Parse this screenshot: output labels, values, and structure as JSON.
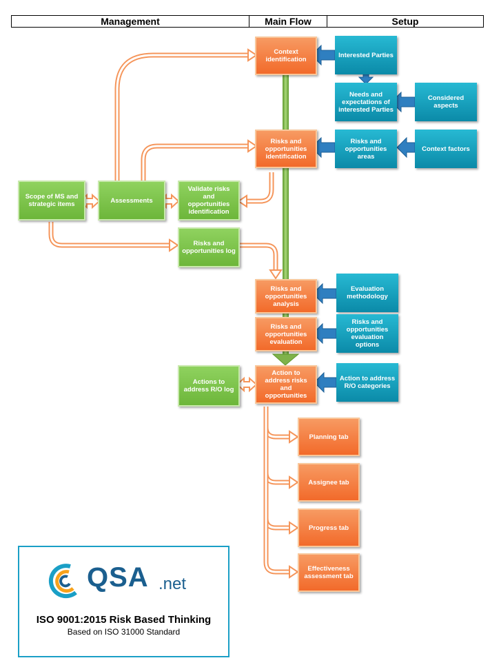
{
  "headers": {
    "management": "Management",
    "main_flow": "Main Flow",
    "setup": "Setup"
  },
  "main_flow": {
    "context_identification": "Context identification",
    "risks_opp_identification": "Risks and opportunities identification",
    "risks_opp_analysis": "Risks and opportunities analysis",
    "risks_opp_evaluation": "Risks and opportunities evaluation",
    "action_to_address": "Action to address risks and opportunities",
    "planning_tab": "Planning tab",
    "assignee_tab": "Assignee tab",
    "progress_tab": "Progress tab",
    "effectiveness_tab": "Effectiveness assessment tab"
  },
  "setup": {
    "interested_parties": "Interested Parties",
    "needs_expectations": "Needs and expectations of interested Parties",
    "considered_aspects": "Considered aspects",
    "risks_opp_areas": "Risks and opportunities areas",
    "context_factors": "Context factors",
    "evaluation_methodology": "Evaluation methodology",
    "evaluation_options": "Risks and opportunities evaluation options",
    "action_categories": "Action to address R/O categories"
  },
  "management": {
    "scope": "Scope of MS and strategic items",
    "assessments": "Assessments",
    "validate": "Validate risks and opportunities identification",
    "risks_log": "Risks and opportunities log",
    "actions_log": "Actions to address R/O log"
  },
  "logo": {
    "brand": "QSA",
    "suffix": ".net",
    "title": "ISO 9001:2015 Risk Based Thinking",
    "subtitle": "Based on ISO 31000 Standard"
  },
  "colors": {
    "orange": "#f26a2a",
    "teal": "#0b8aa8",
    "green": "#6db63a",
    "blue_arrow": "#2f7fc0",
    "flow_line": "#7fb24a",
    "logo_border": "#1a9fc6"
  }
}
